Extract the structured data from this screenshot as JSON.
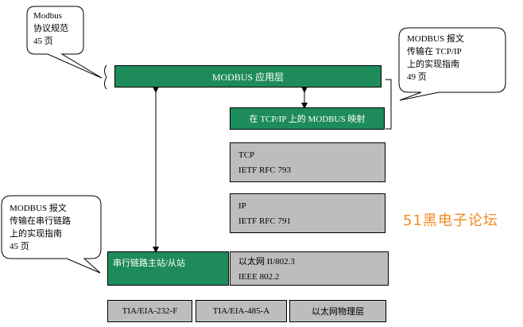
{
  "callouts": {
    "top_left": [
      "Modbus",
      "协议规范",
      "45 页"
    ],
    "top_right": [
      "MODBUS 报文",
      "传输在 TCP/IP",
      "上的实现指南",
      "49 页"
    ],
    "left": [
      "MODBUS  报文",
      "传输在串行链路",
      "上的实现指南",
      "45  页"
    ]
  },
  "layers": {
    "application": "MODBUS 应用层",
    "tcp_mapping": "在 TCP/IP 上的 MODBUS 映射",
    "tcp": [
      "TCP",
      "IETF RFC 793"
    ],
    "ip": [
      "IP",
      "IETF RFC 791"
    ],
    "serial_master_slave": "串行链路主站/从站",
    "ethernet": [
      "以太网 II/802.3",
      "IEEE 802.2"
    ]
  },
  "physical": {
    "rs232": "TIA/EIA-232-F",
    "rs485": "TIA/EIA-485-A",
    "ethernet_phy": "以太网物理层"
  },
  "watermark": "51黑电子论坛",
  "colors": {
    "green": "#1e8c5a",
    "gray": "#bdbdbd",
    "watermark": "#f28a22"
  }
}
